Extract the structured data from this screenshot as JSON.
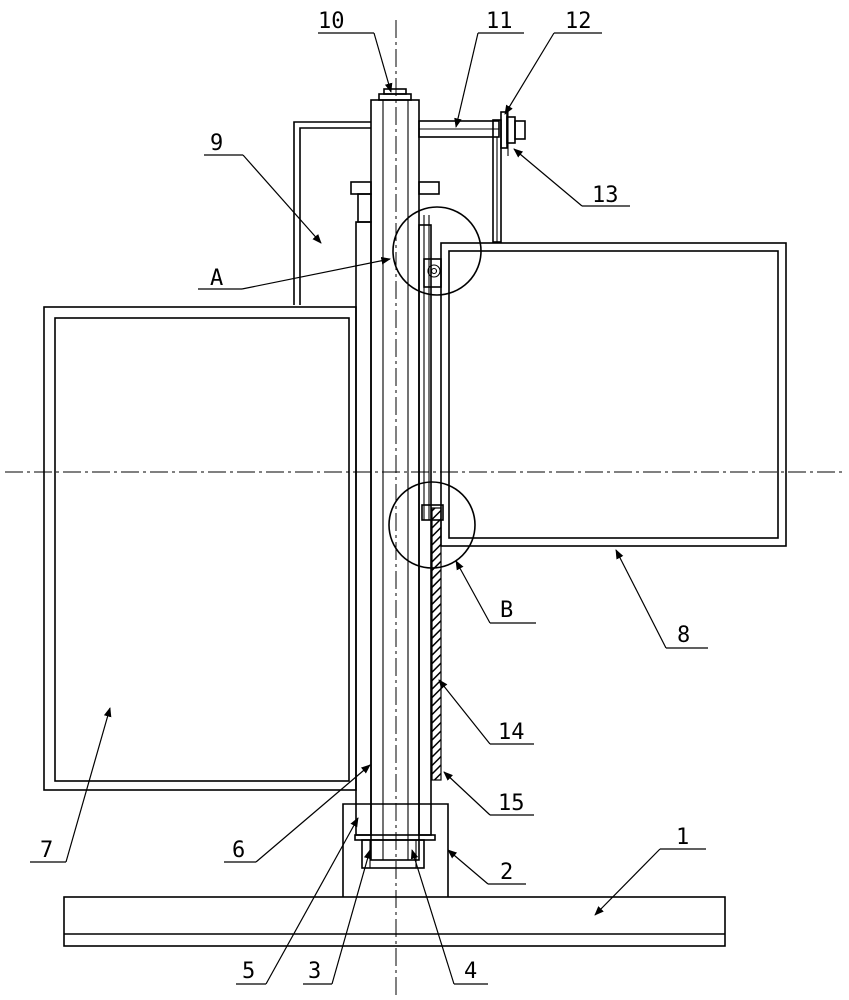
{
  "labels": {
    "l1": "1",
    "l2": "2",
    "l3": "3",
    "l4": "4",
    "l5": "5",
    "l6": "6",
    "l7": "7",
    "l8": "8",
    "l9": "9",
    "l10": "10",
    "l11": "11",
    "l12": "12",
    "l13": "13",
    "l14": "14",
    "l15": "15",
    "lA": "A",
    "lB": "B"
  }
}
